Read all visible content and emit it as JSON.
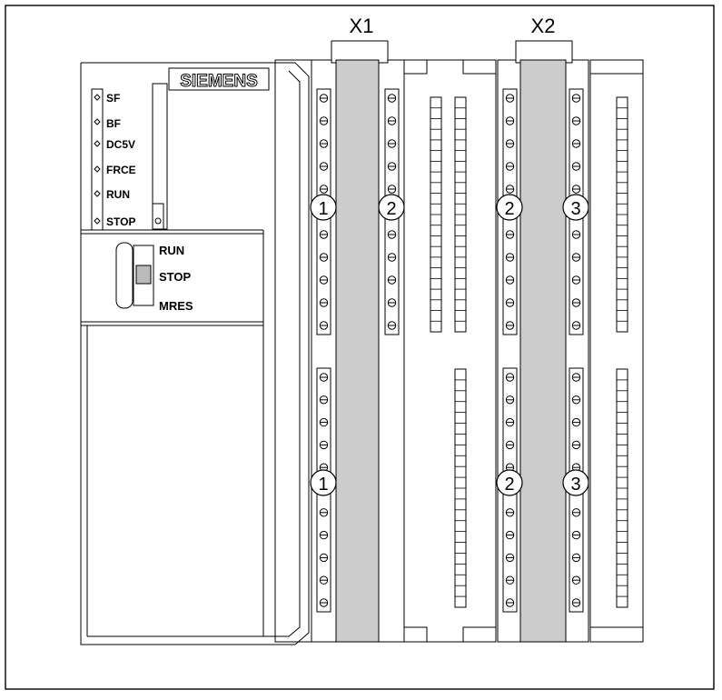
{
  "connectors": {
    "x1": "X1",
    "x2": "X2"
  },
  "cpu": {
    "brand": "SIEMENS",
    "leds": [
      "SF",
      "BF",
      "DC5V",
      "FRCE",
      "RUN",
      "STOP"
    ],
    "mode_switch": [
      "RUN",
      "STOP",
      "MRES"
    ]
  },
  "terminal_numbers": {
    "upper": [
      "1",
      "2",
      "2",
      "3"
    ],
    "lower": [
      "1",
      "2",
      "3"
    ]
  },
  "colors": {
    "line": "#000000",
    "bar_fill": "#cccccc",
    "switch_fill": "#bbbbbb",
    "background": "#ffffff"
  }
}
